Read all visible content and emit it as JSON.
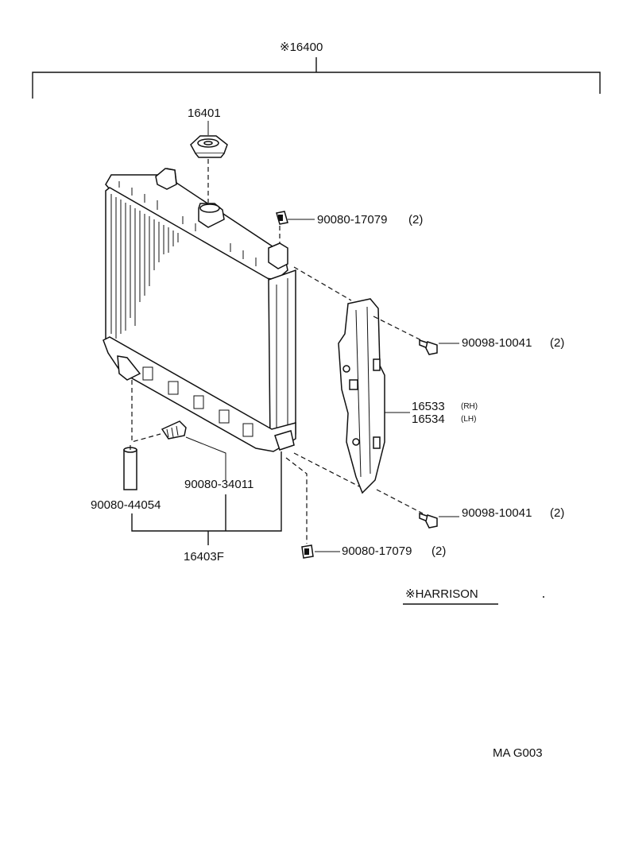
{
  "header": {
    "assembly_label": "※16400"
  },
  "parts": {
    "cap": "16401",
    "clip_upper": "90080-17079",
    "clip_upper_qty": "(2)",
    "bolt_upper": "90098-10041",
    "bolt_upper_qty": "(2)",
    "bracket_rh": "16533",
    "bracket_rh_side": "(RH)",
    "bracket_lh": "16534",
    "bracket_lh_side": "(LH)",
    "bolt_lower": "90098-10041",
    "bolt_lower_qty": "(2)",
    "clip_lower": "90080-17079",
    "clip_lower_qty": "(2)",
    "drain_cock": "90080-34011",
    "hose": "90080-44054",
    "subassy": "16403F"
  },
  "legend": {
    "maker": "※HARRISON"
  },
  "footer": {
    "code": "MA G003"
  }
}
